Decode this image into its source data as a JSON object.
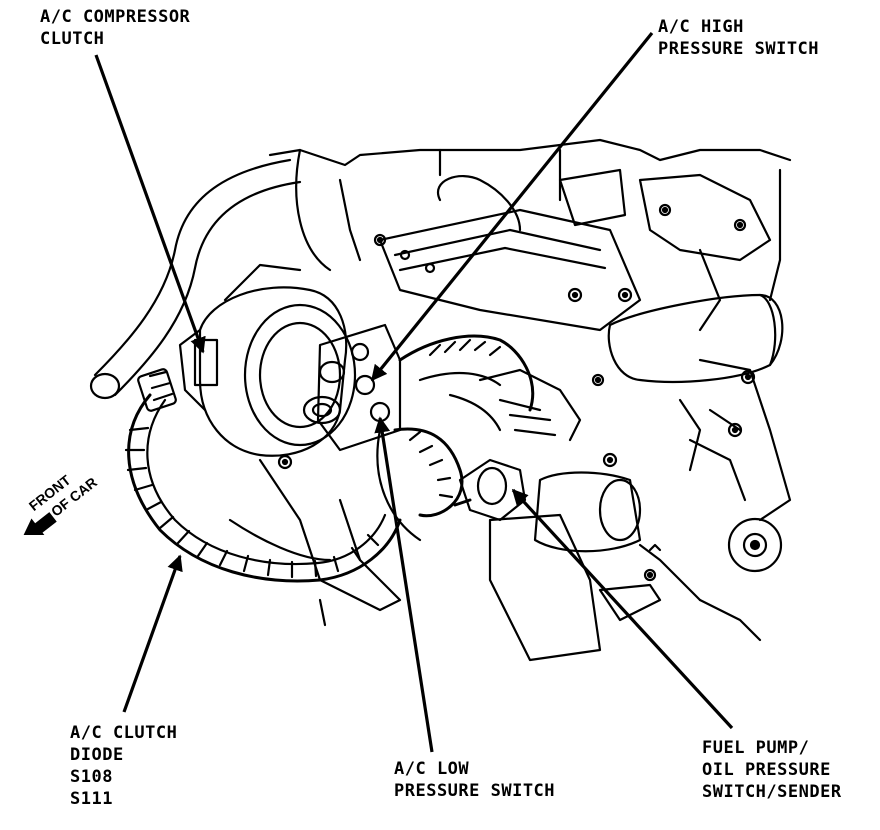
{
  "labels": {
    "compressor_clutch": [
      "A/C COMPRESSOR",
      "CLUTCH"
    ],
    "high_pressure_switch": [
      "A/C HIGH",
      "PRESSURE SWITCH"
    ],
    "clutch_diode": [
      "A/C CLUTCH",
      "DIODE",
      "S108",
      "S111"
    ],
    "low_pressure_switch": [
      "A/C LOW",
      "PRESSURE SWITCH"
    ],
    "fuel_pump_switch": [
      "FUEL PUMP/",
      "OIL PRESSURE",
      "SWITCH/SENDER"
    ],
    "front_of_car": [
      "FRONT",
      "OF CAR"
    ]
  },
  "colors": {
    "ink": "#000000",
    "paper": "#ffffff"
  }
}
